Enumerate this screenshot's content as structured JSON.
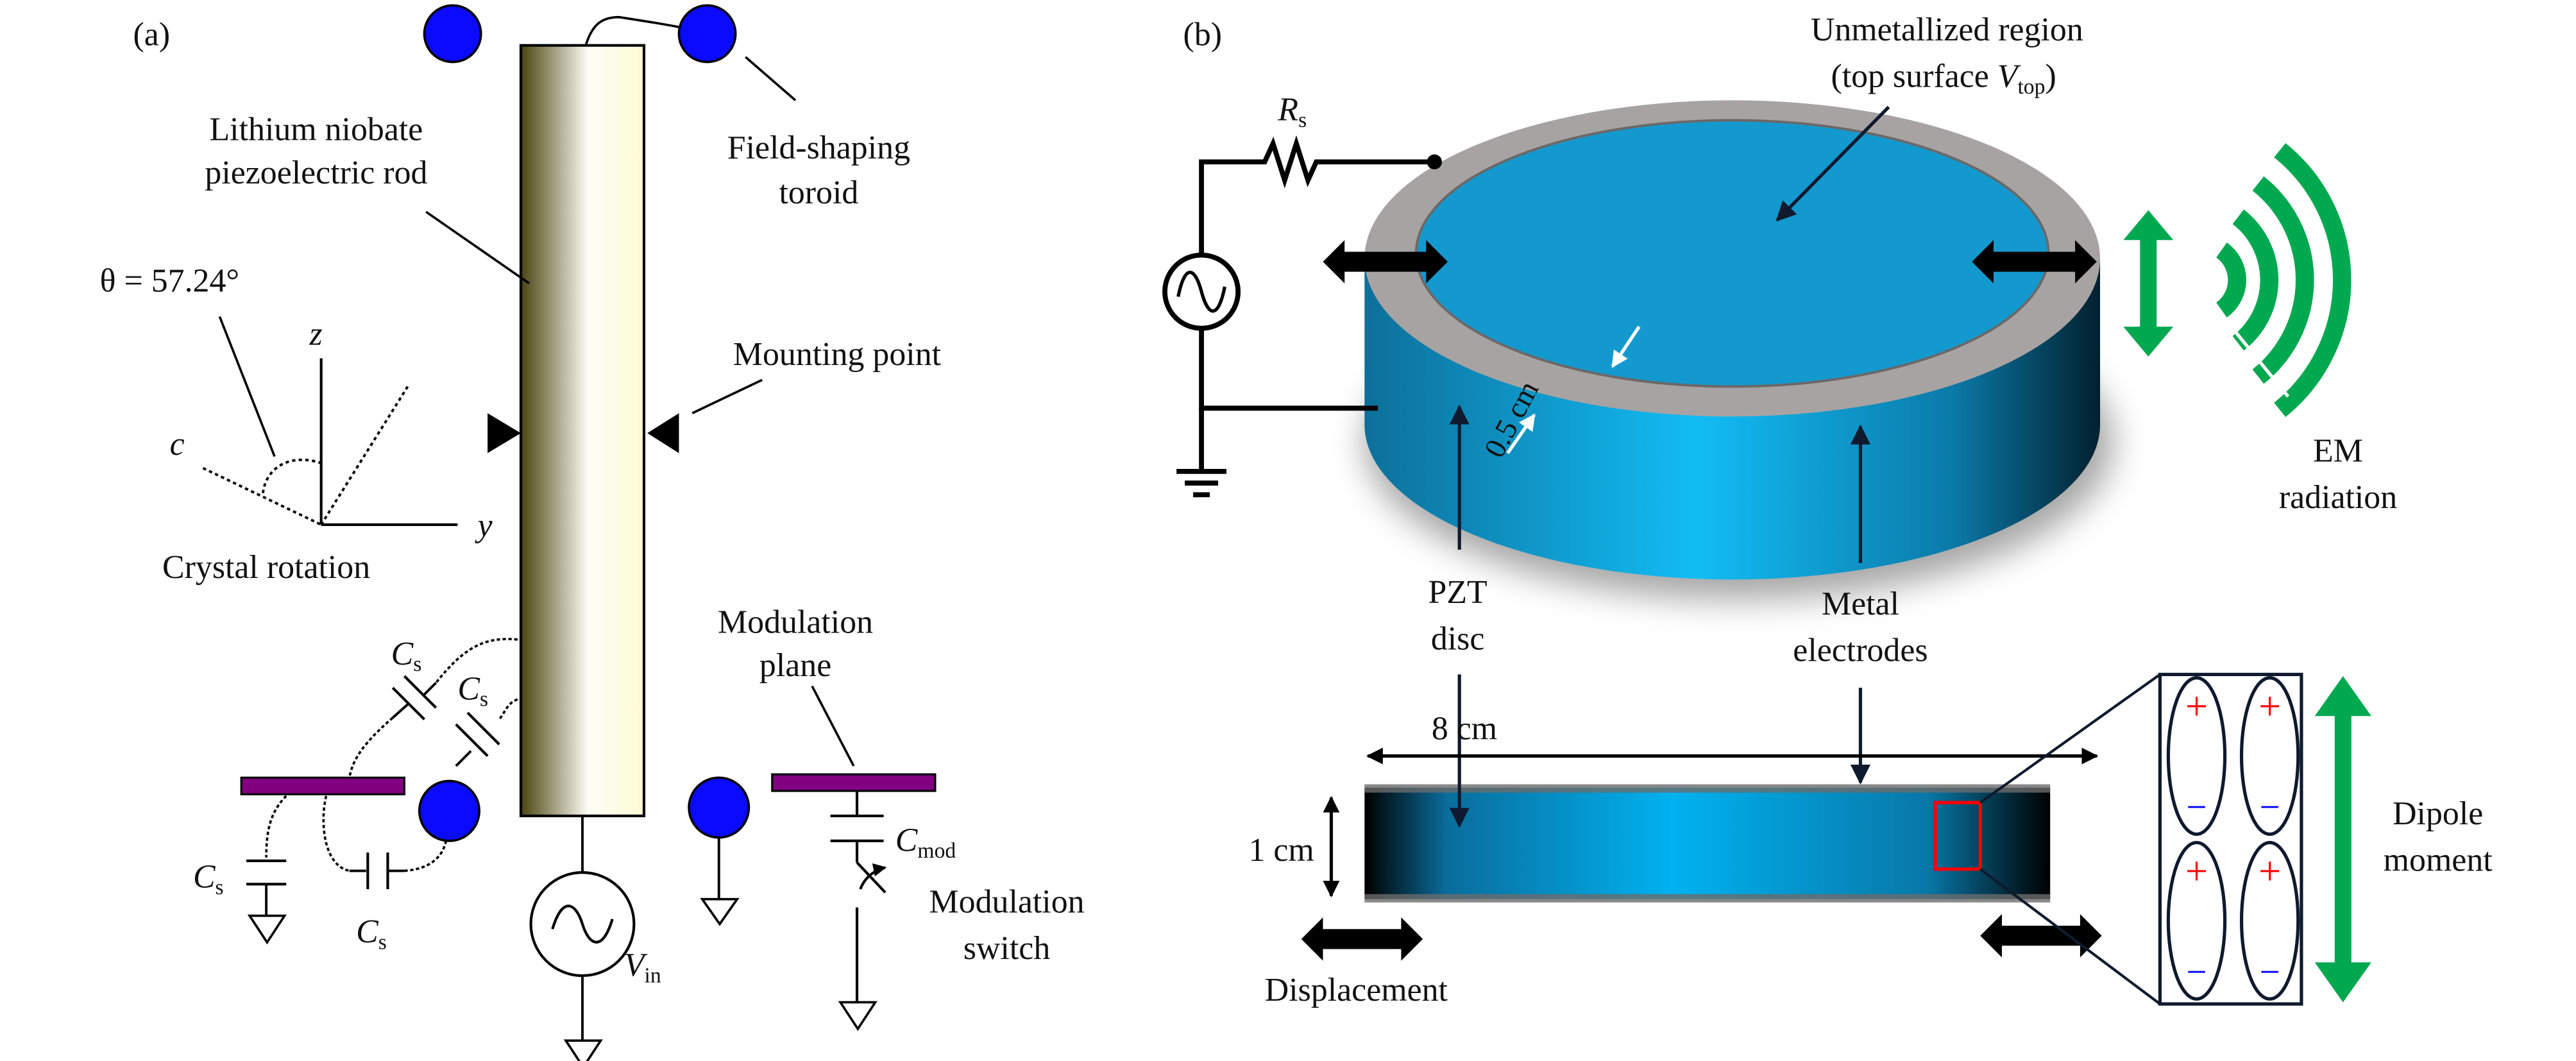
{
  "panel_a": {
    "label": "(a)",
    "rod_label": [
      "Lithium niobate",
      "piezoelectric rod"
    ],
    "toroid_label": [
      "Field-shaping",
      "toroid"
    ],
    "theta_label": "θ = 57.24°",
    "axis_z": "z",
    "axis_y": "y",
    "axis_c": "c",
    "crystal_rotation": "Crystal rotation",
    "mounting_point": "Mounting point",
    "modulation_plane": [
      "Modulation",
      "plane"
    ],
    "cs_label": "C",
    "cs_sub": "s",
    "cmod_label": "C",
    "cmod_sub": "mod",
    "modulation_switch": [
      "Modulation",
      "switch"
    ],
    "vin_label": "V",
    "vin_sub": "in"
  },
  "panel_b": {
    "label": "(b)",
    "unmetallized": [
      "Unmetallized region",
      "(top surface ",
      "V",
      "top",
      ")"
    ],
    "rs_label": "R",
    "rs_sub": "s",
    "thickness": "0.5 cm",
    "em": [
      "EM",
      "radiation"
    ],
    "pzt": [
      "PZT",
      "disc"
    ],
    "metal": [
      "Metal",
      "electrodes"
    ],
    "width_dim": "8 cm",
    "height_dim": "1 cm",
    "displacement": "Displacement",
    "dipole": [
      "Dipole",
      "moment"
    ],
    "plus": "+",
    "minus": "−"
  },
  "colors": {
    "toroid": "#0a0aff",
    "plane": "#800080",
    "pzt": "#1499cf",
    "ring": "#a8a3a3",
    "em": "#00a850",
    "highlight": "#ff0000"
  }
}
